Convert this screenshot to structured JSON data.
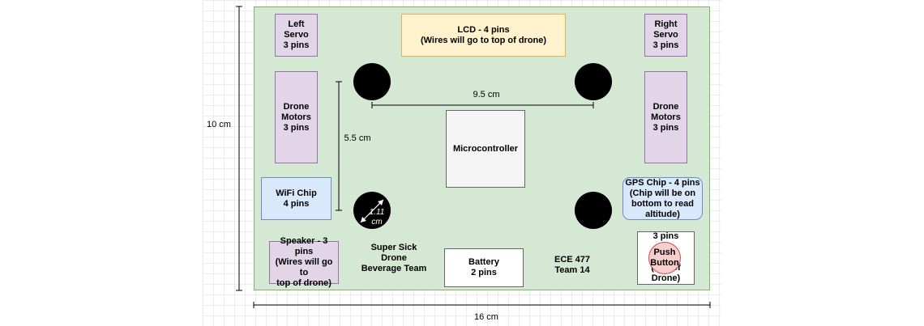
{
  "board": {
    "left_servo": "Left\nServo\n3 pins",
    "right_servo": "Right\nServo\n3 pins",
    "lcd": "LCD - 4 pins\n(Wires will go to top of drone)",
    "left_motors": "Drone\nMotors\n3 pins",
    "right_motors": "Drone\nMotors\n3 pins",
    "microcontroller": "Microcontroller",
    "wifi": "WiFi Chip\n4 pins",
    "gps": "GPS Chip - 4 pins\n(Chip will be on\nbottom to read\naltitude)",
    "speaker": "Speaker - 3 pins\n(Wires will go to\ntop of drone)",
    "battery": "Battery\n2 pins",
    "team_name": "Super Sick\nDrone\nBeverage Team",
    "course": "ECE 477\nTeam 14",
    "button_box": "3 pins\n\n\n(Top of\nDrone)",
    "push_button": "Push\nButton"
  },
  "dimensions": {
    "height": "10 cm",
    "width": "16 cm",
    "hole_spacing_x": "9.5 cm",
    "hole_spacing_y": "5.5 cm",
    "hole_diameter": "1.11\ncm"
  },
  "colors": {
    "board_fill": "#d5e8d4",
    "purple_fill": "#e1d5e7",
    "yellow_fill": "#fff2cc",
    "blue_fill": "#dae8fc",
    "gray_fill": "#f5f5f5",
    "button_fill": "#f8cecc"
  }
}
